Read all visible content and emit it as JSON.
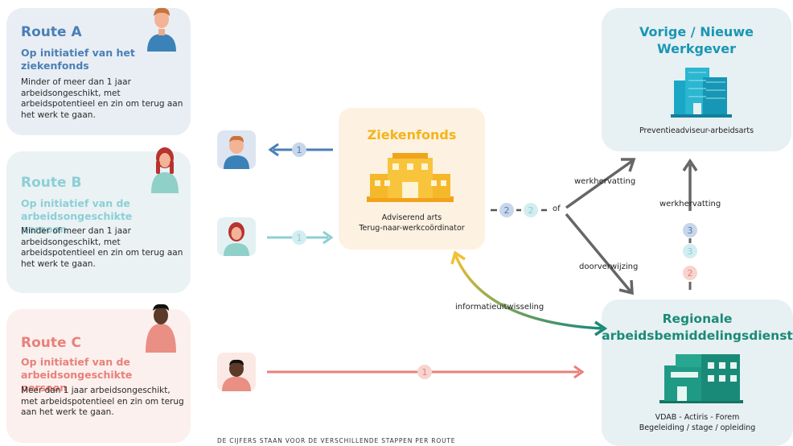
{
  "routes": [
    {
      "title": "Route A",
      "subtitle": "Op initiatief van het ziekenfonds",
      "description": "Minder of meer dan 1 jaar arbeidsongeschikt, met arbeidspotentieel en zin om terug aan het werk te gaan.",
      "color": "#4a7fb5"
    },
    {
      "title": "Route B",
      "subtitle": "Op initiatief van de arbeidsongeschikte persoon",
      "description": "Minder of meer dan 1 jaar arbeidsongeschikt, met arbeidspotentieel en zin om terug aan het werk te gaan.",
      "color": "#8ccfd6"
    },
    {
      "title": "Route C",
      "subtitle": "Op initiatief van de arbeidsongeschikte persoon",
      "description": "Meer dan 1 jaar arbeidsongeschikt, met arbeidspotentieel en zin om terug aan het werk te gaan.",
      "color": "#e9807a"
    }
  ],
  "ziekenfonds": {
    "title": "Ziekenfonds",
    "line1": "Adviserend arts",
    "line2": "Terug-naar-werkcoördinator",
    "color": "#f4b41a"
  },
  "werkgever": {
    "title_line1": "Vorige / Nieuwe",
    "title_line2": "Werkgever",
    "caption": "Preventieadviseur-arbeidsarts",
    "color": "#1a96b4"
  },
  "regionale": {
    "title_line1": "Regionale",
    "title_line2": "arbeidsbemiddelingsdienst",
    "line1": "VDAB - Actiris - Forem",
    "line2": "Begeleiding / stage / opleiding",
    "color": "#1a8a78"
  },
  "labels": {
    "werkhervatting_top": "werkhervatting",
    "werkhervatting_right": "werkhervatting",
    "doorverwijzing": "doorverwijzing",
    "of": "of",
    "informatieuitwisseling": "informatieuitwisseling"
  },
  "step_badges": {
    "route_a_step": "1",
    "route_b_step": "1",
    "route_c_step": "1",
    "mid_a": "2",
    "mid_b": "2",
    "vert_a": "3",
    "vert_b": "3",
    "vert_c": "2"
  },
  "footnote": "DE CIJFERS STAAN VOOR DE VERSCHILLENDE STAPPEN PER ROUTE"
}
